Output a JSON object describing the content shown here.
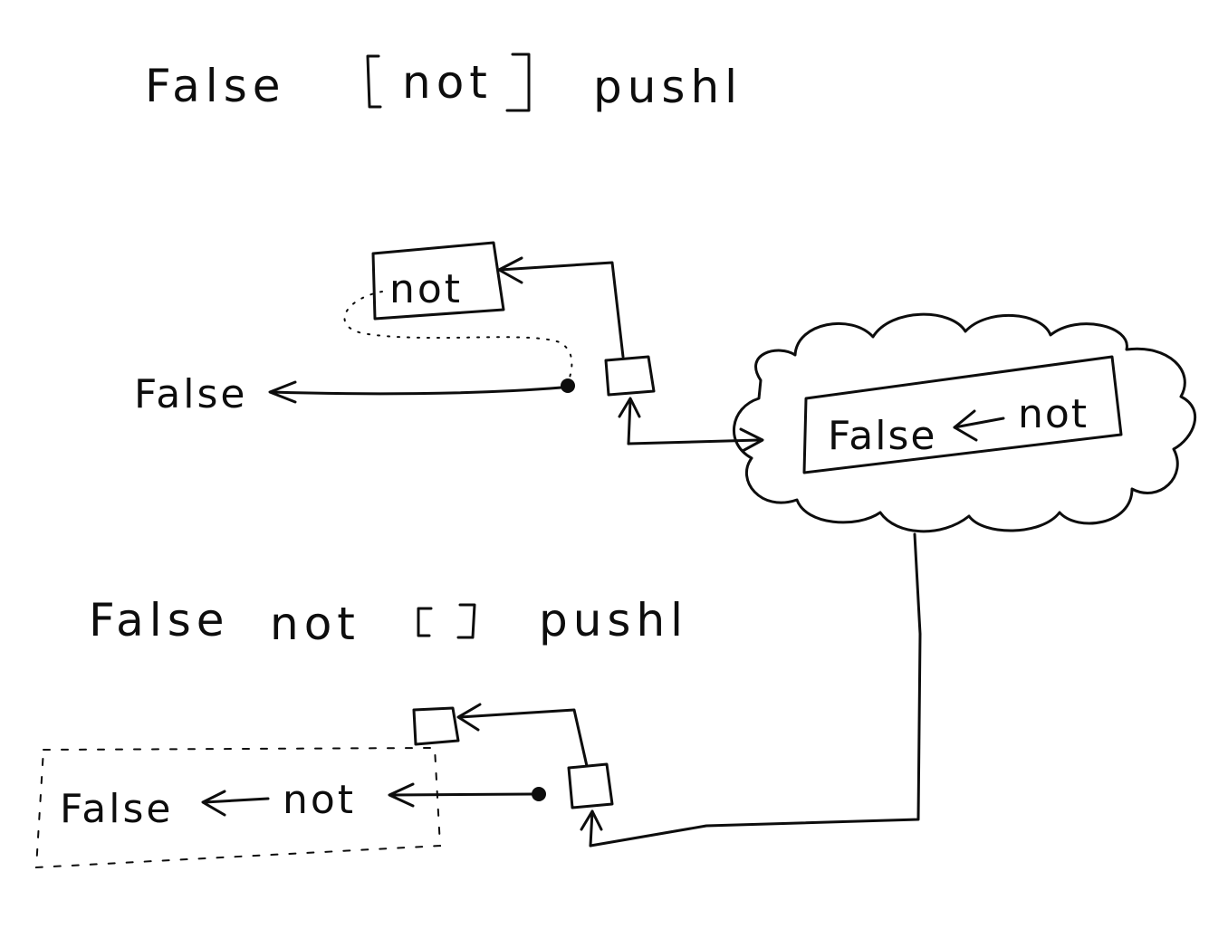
{
  "line1": {
    "word1": "False",
    "open_bracket": "[",
    "bracket_word": "not",
    "close_bracket": "]",
    "word3": "pushl"
  },
  "diagram1": {
    "box_label": "not",
    "false_label": "False"
  },
  "cloud": {
    "left_word": "False",
    "arrow": "←",
    "right_word": "not"
  },
  "line2": {
    "word1": "False",
    "word2": "not",
    "brackets": "[ ]",
    "word4": "pushl"
  },
  "diagram2": {
    "left_word": "False",
    "arrow": "←",
    "right_word": "not"
  }
}
